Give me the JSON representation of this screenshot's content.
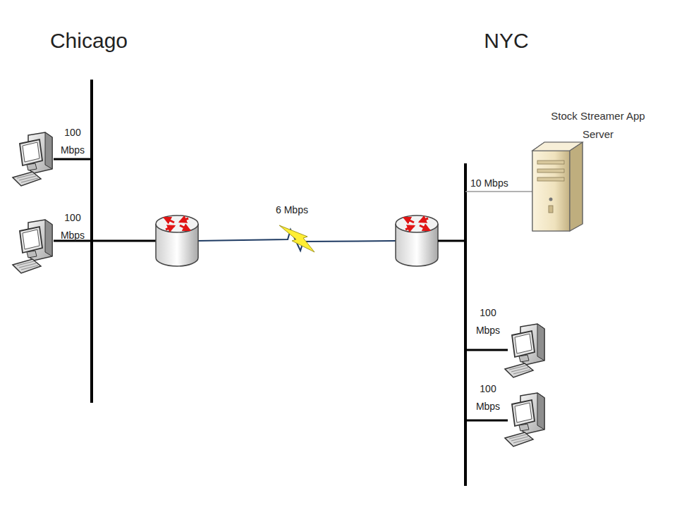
{
  "diagram": {
    "nodes": [
      {
        "text": [
          "Stock Streamer App Server"
        ]
      }
    ],
    "labels": [
      "Chicago",
      "NYC",
      "100 Mbps",
      "100 Mbps",
      "6 Mbps",
      "10 Mbps",
      "100 Mbps",
      "100 Mbps"
    ]
  }
}
